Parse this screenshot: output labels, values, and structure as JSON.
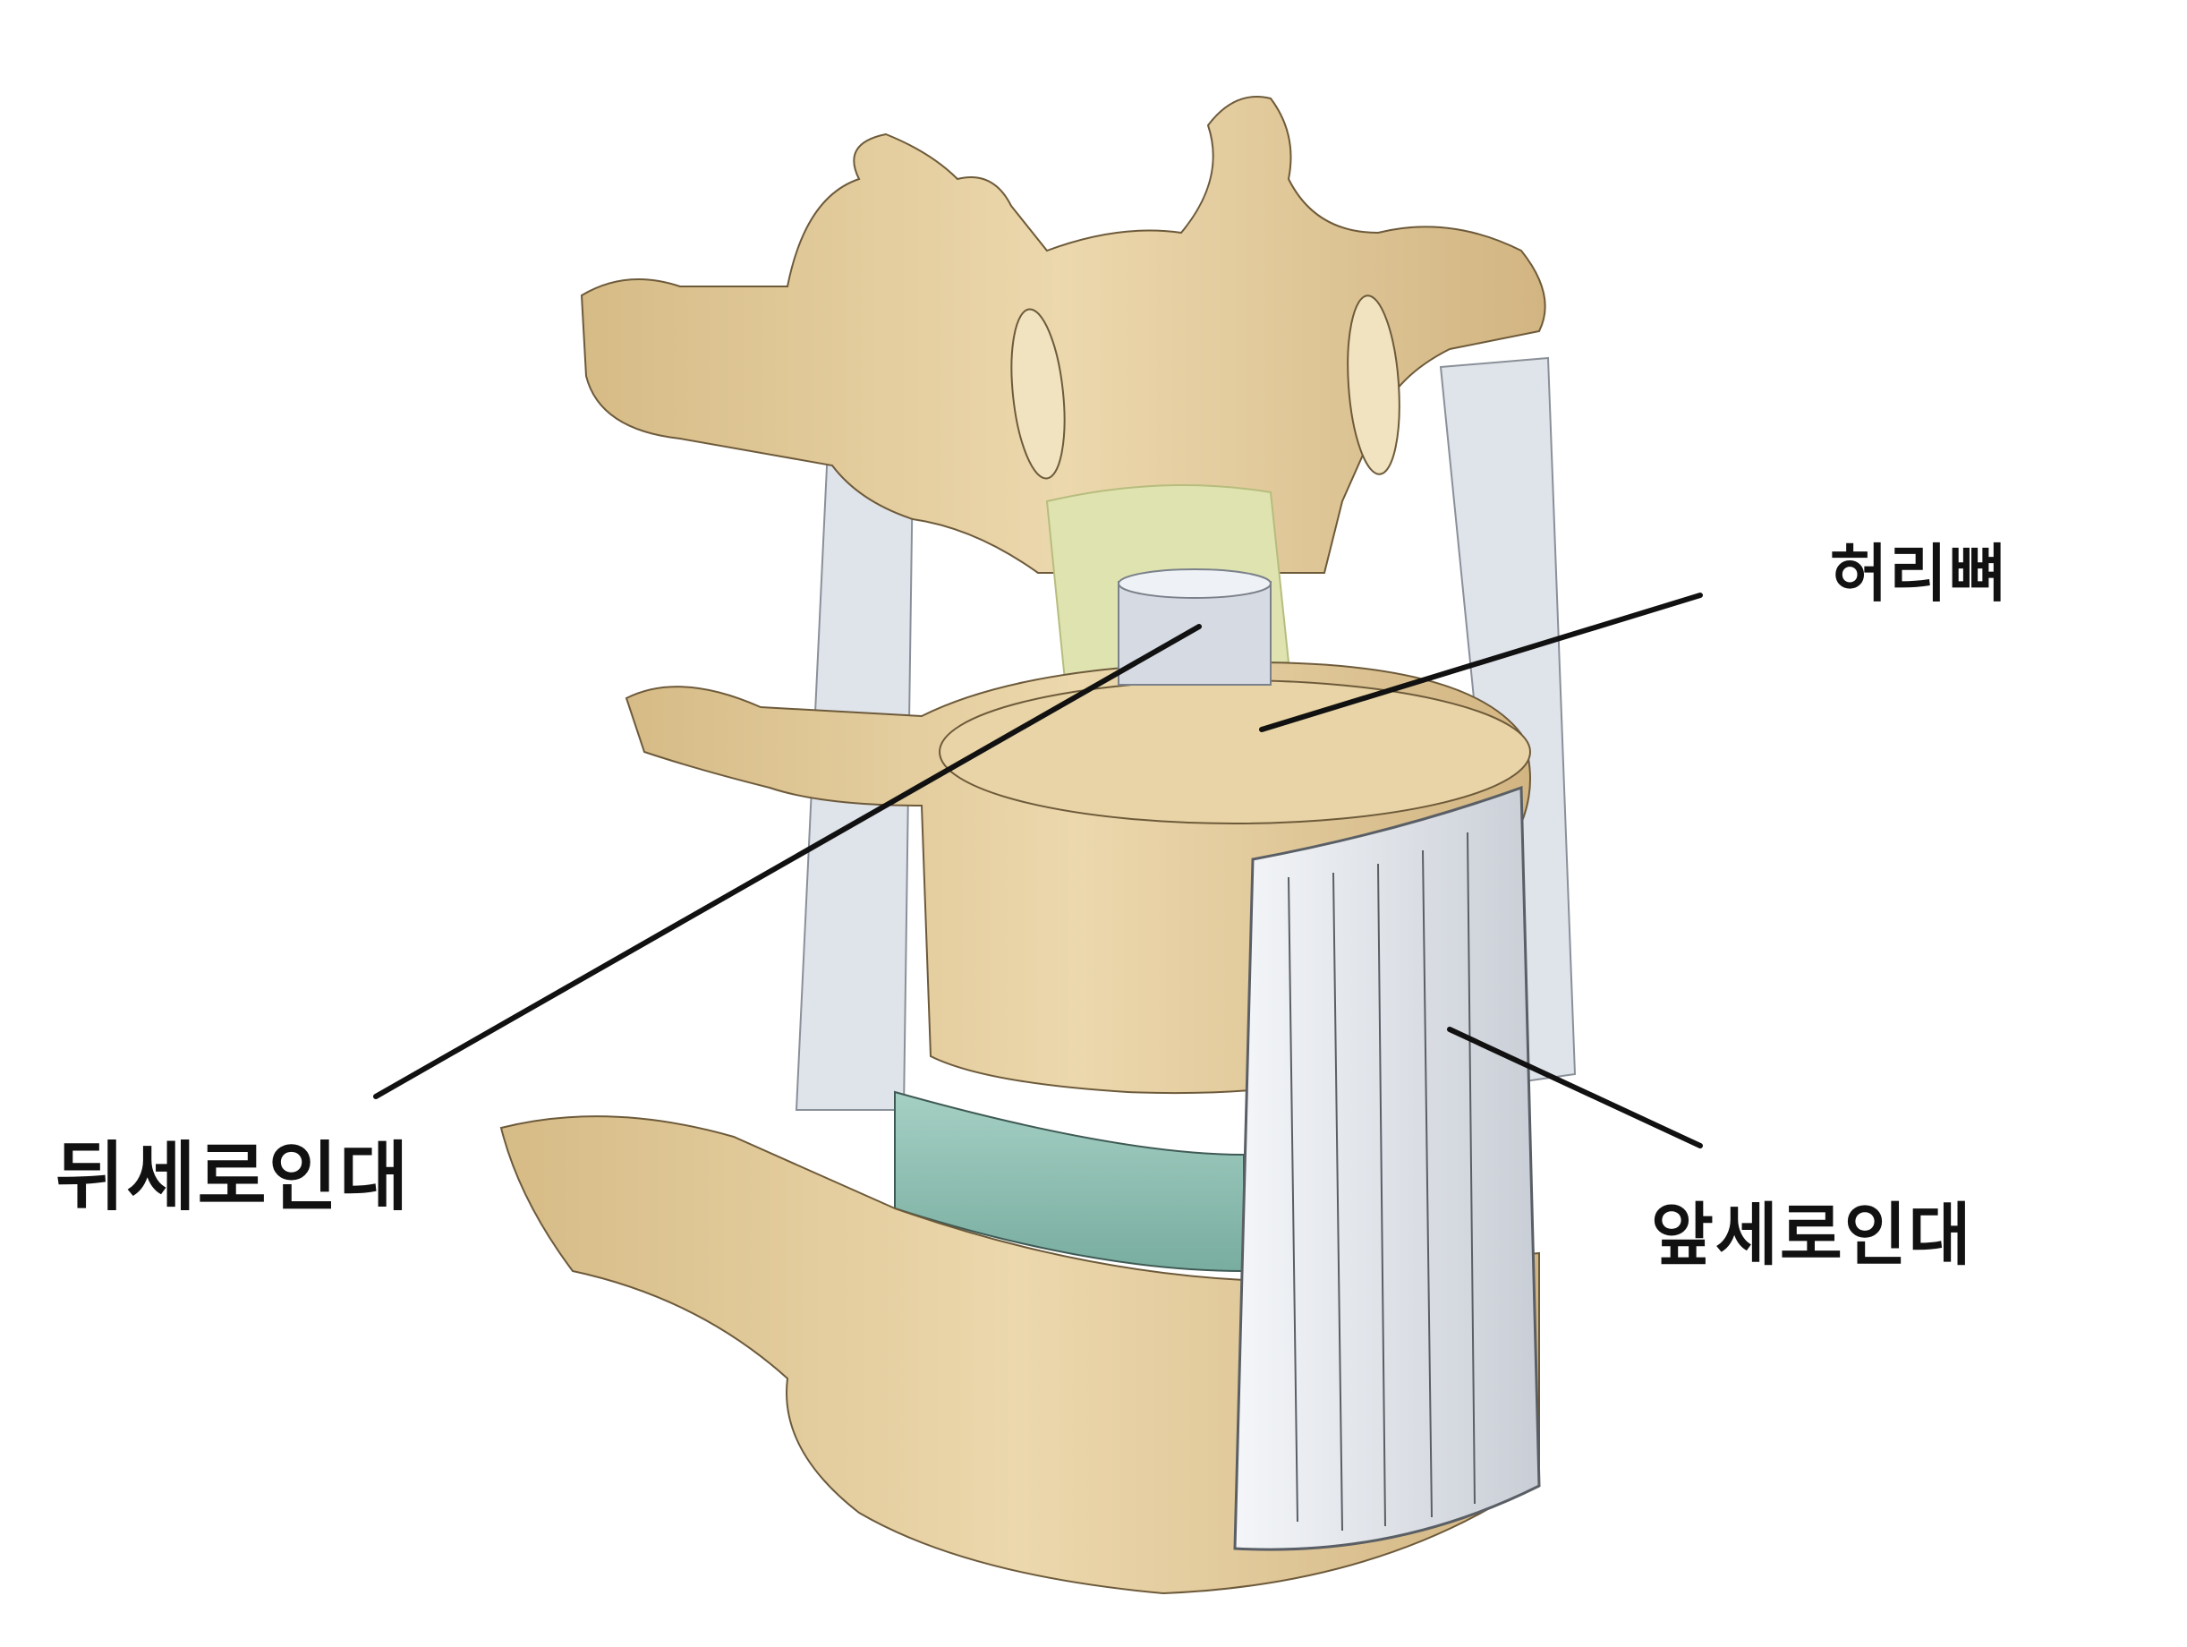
{
  "diagram": {
    "subject": "lumbar spine ligaments",
    "labels": [
      {
        "id": "vertebra",
        "text": "허리뼈"
      },
      {
        "id": "posterior_longitudinal_ligament",
        "text": "뒤세로인대"
      },
      {
        "id": "anterior_longitudinal_ligament",
        "text": "앞세로인대"
      }
    ],
    "colors": {
      "bone": "#e3cc9c",
      "bone_shadow": "#c9ad7a",
      "bone_highlight": "#f1e3bf",
      "disc": "#8fc2b5",
      "ligament": "#e4e8ee",
      "ligament_lines": "#5a5f66",
      "ligamentum_flavum": "#dfe3b0",
      "leader_line": "#111111",
      "background": "#ffffff"
    }
  }
}
